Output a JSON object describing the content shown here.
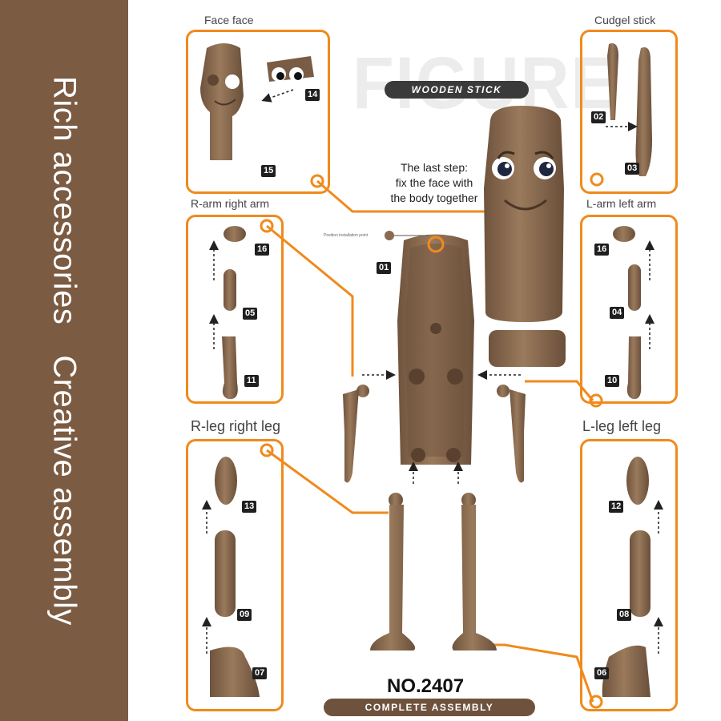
{
  "side_banner": {
    "line1": "Rich accessories",
    "line2": "Creative assembly"
  },
  "header": {
    "figure_word": "FIGURE",
    "badge": "WOODEN STICK"
  },
  "panels": {
    "face": {
      "caption": "Face face",
      "parts": [
        "14",
        "15"
      ]
    },
    "cudgel": {
      "caption": "Cudgel stick",
      "parts": [
        "02",
        "03"
      ]
    },
    "r_arm": {
      "caption": "R-arm right arm",
      "parts": [
        "16",
        "05",
        "11"
      ]
    },
    "l_arm": {
      "caption": "L-arm left arm",
      "parts": [
        "16",
        "04",
        "10"
      ]
    },
    "r_leg": {
      "caption": "R-leg right leg",
      "parts": [
        "13",
        "09",
        "07"
      ]
    },
    "l_leg": {
      "caption": "L-leg left leg",
      "parts": [
        "12",
        "08",
        "06"
      ]
    }
  },
  "center": {
    "last_step": [
      "The last step:",
      "fix the face with",
      "the body together"
    ],
    "body_part": "01",
    "tiny_label": "Position installation point"
  },
  "footer": {
    "model": "NO.2407",
    "badge": "COMPLETE ASSEMBLY"
  },
  "colors": {
    "accent": "#f08a1c",
    "band": "#7b5b42",
    "part": "#8a6a4e"
  }
}
